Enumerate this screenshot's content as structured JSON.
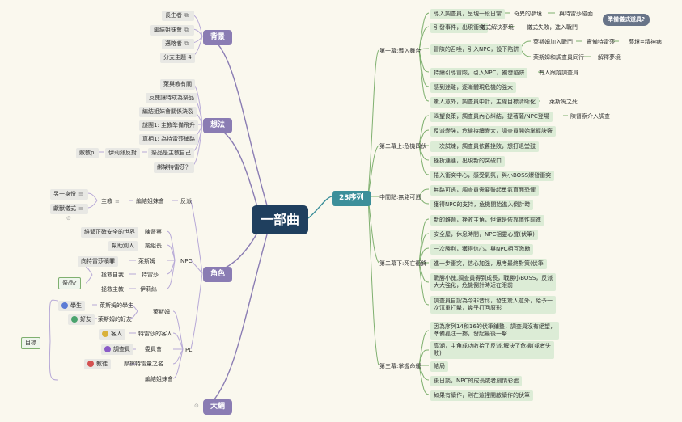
{
  "root": {
    "label": "一部曲"
  },
  "right": {
    "branch": "23序列",
    "acts": [
      {
        "title": "第一幕:導入舞台",
        "items": [
          "導入調查員，呈現一段日常",
          "奇異的夢境",
          "與特雷莎碰面",
          "準備儀式道具?",
          "引發事件，出現衝突",
          "儀式解決夢境",
          "儀式失敗，進入戰鬥",
          "冒險的召喚，引入NPC，設下陷阱",
          "萊斯姆加入戰鬥",
          "責備特雷莎",
          "夢境=精神病",
          "萊斯姆和調查員同行",
          "解釋夢境",
          "持續引導冒險，引入NPC，獨發陷阱",
          "有人跟蹤調查員",
          "感到迷離，逐漸體現危機的強大",
          "驚人意外，調查員中計，主線目標清晰化",
          "萊斯姆之死"
        ]
      },
      {
        "title": "第二幕上:危機四伏",
        "items": [
          "渴望良策，調查員內心糾結，提著薩/NPC登場",
          "陳督察介入調查",
          "反派變強，危機持續變大，調查員開始掌握訣竅",
          "一次試煉，調查員依舊挫敗，想打退堂鼓",
          "挫折連連，出現新的突破口",
          "捲入衝突中心，感受氣氛，與小BOSS爆發衝突"
        ]
      },
      {
        "title": "中間點:無路可逃",
        "items": [
          "無路可逃，調查員需要鼓起勇氣直面恐懼",
          "獲得NPC的支持，危機開始進入倒計時"
        ]
      },
      {
        "title": "第二幕下:死亡衝鋒",
        "items": [
          "新的難題，挫敗主角，但還是依靠慣性前進",
          "安全屋，休息時間，NPC祖靈心聲(伏筆)",
          "一次勝利，獲得信心，與NPC相互激勵",
          "進一步衝突，信心加強，思考最終對策(伏筆",
          "戰勝小傀,調查員得到成長，戰勝小BOSS，反派",
          "大大強化，危機倒計時近在眼前",
          "調查員自認為今非昔比，發生驚人意外，給予一",
          "次沉重打擊，幾乎打回原形"
        ]
      },
      {
        "title": "第三幕:掌握命運",
        "items": [
          "因為序列14和16的伏筆鋪墊，調查員沒有絕望，",
          "準備孤注一擲，發起最後一擊",
          "高潮，主角成功收拾了反派,解決了危機(或者失",
          "敗)",
          "結局",
          "後日談，NPC的成長或者劇情彩蛋",
          "如果有續作，則在這裡開啟續作的伏筆"
        ]
      }
    ]
  },
  "left": {
    "background": {
      "title": "背景",
      "items": [
        "長生者",
        "編結姐妹會",
        "邁喀者",
        "分支主題 4"
      ]
    },
    "ideas": {
      "title": "想法",
      "items": [
        "萊與教有關",
        "反傀讓特成為祭品",
        "編結姐妹會關係決裂",
        "謎團1: 主教準備飛升",
        "真相1: 為特雷莎鋪路",
        "祭品是主教自己",
        "伊莉絲反對",
        "綁架特雷莎？",
        "敷教pl"
      ]
    },
    "roles": {
      "title": "角色",
      "items": [
        "反派",
        "編結姐妹會",
        "主教",
        "另一身份",
        "獻獸儀式",
        "NPC",
        "維繫正確安全的世界",
        "陳督察",
        "幫助別人",
        "謝組長",
        "向特雷莎贖罪",
        "萊斯姆",
        "拯救自我",
        "特雷莎",
        "拯救主教",
        "伊莉絲",
        "祭品?",
        "PL",
        "萊斯姆",
        "學生",
        "萊斯姆的學生",
        "好友",
        "萊斯姆的好友",
        "客人",
        "特雷莎的客人",
        "調查員",
        "委員會",
        "教徒",
        "摩擦特雷量之名",
        "編結姐妹會",
        "目標"
      ]
    },
    "outline": {
      "title": "大綱"
    }
  },
  "colors": {
    "root": "#1f3f5e",
    "branch_right": "#3c8f9a",
    "branch_left": "#8a7cb3",
    "node_green": "#dcecd6",
    "tag": "#687488"
  }
}
